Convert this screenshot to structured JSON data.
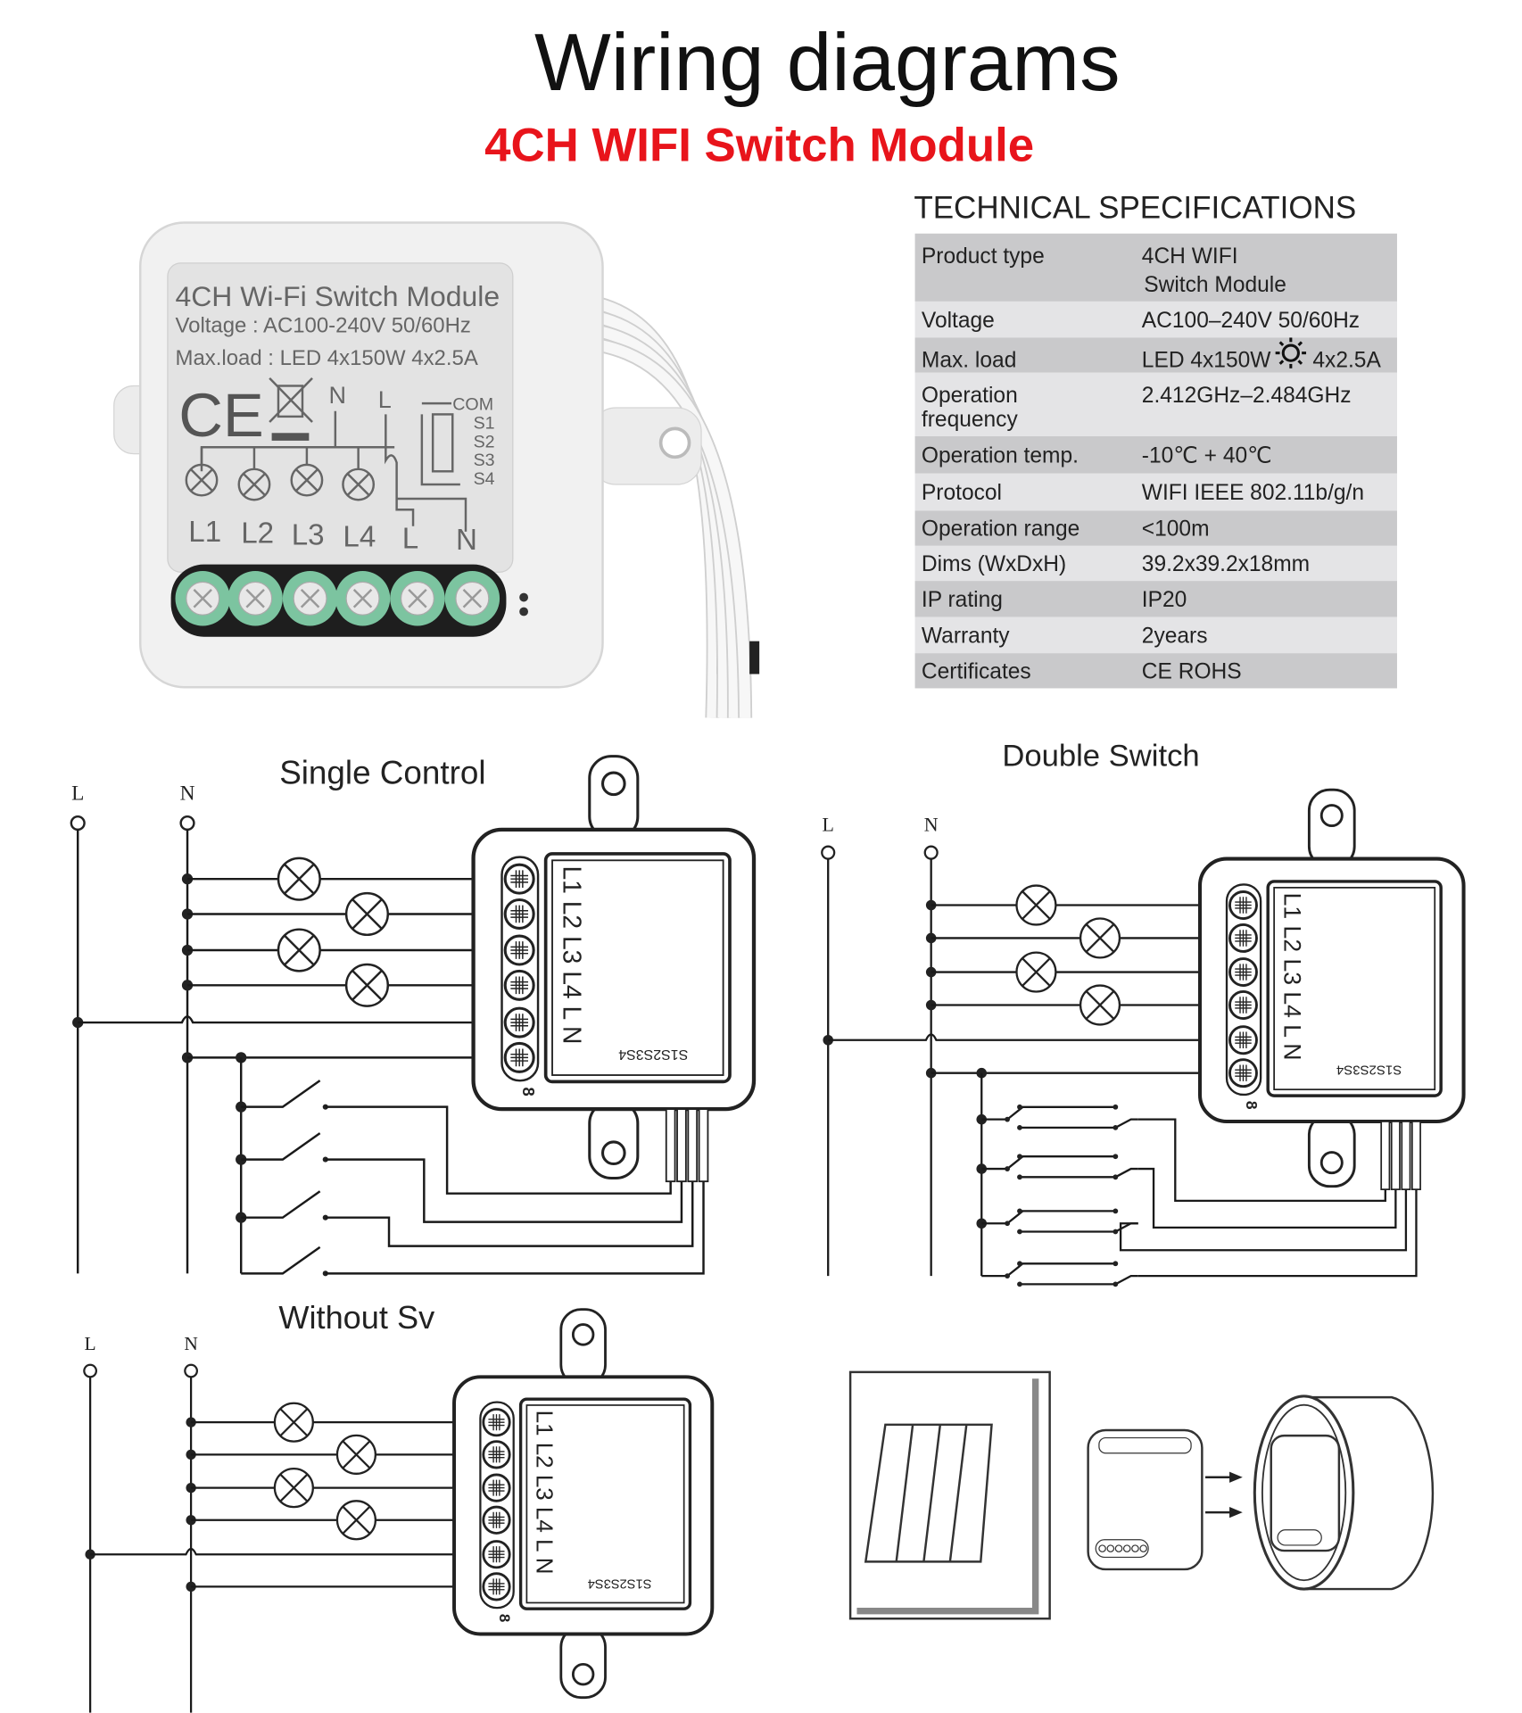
{
  "header": {
    "title": "Wiring diagrams",
    "subtitle": "4CH WIFI Switch Module",
    "subtitle_color": "#e8141b"
  },
  "product_label": {
    "name": "4CH Wi-Fi Switch Module",
    "voltage": "Voltage : AC100-240V 50/60Hz",
    "max_load": "Max.load : LED 4x150W  4x2.5A",
    "ce_mark": "CE",
    "top_terminals": [
      "N",
      "L"
    ],
    "switch_terminals": [
      "COM",
      "S1",
      "S2",
      "S3",
      "S4"
    ],
    "bottom_terminals": [
      "L1",
      "L2",
      "L3",
      "L4",
      "L",
      "N"
    ],
    "terminal_color": "#7cc4a0"
  },
  "specs": {
    "title": "TECHNICAL SPECIFICATIONS",
    "rows": [
      {
        "label": "Product type",
        "value": "4CH WIFI",
        "value2": "Switch Module"
      },
      {
        "label": "Voltage",
        "value": "AC100–240V 50/60Hz"
      },
      {
        "label": "Max. load",
        "value": "LED 4x150W",
        "value2": "4x2.5A"
      },
      {
        "label": "Operation",
        "label2": "frequency",
        "value": "2.412GHz–2.484GHz"
      },
      {
        "label": "Operation temp.",
        "value": "-10℃ + 40℃"
      },
      {
        "label": "Protocol",
        "value": "WIFI  IEEE 802.11b/g/n"
      },
      {
        "label": "Operation range",
        "value": "<100m"
      },
      {
        "label": "Dims (WxDxH)",
        "value": "39.2x39.2x18mm"
      },
      {
        "label": "IP rating",
        "value": "IP20"
      },
      {
        "label": "Warranty",
        "value": "2years"
      },
      {
        "label": "Certificates",
        "value": "CE ROHS"
      }
    ],
    "row_dark": "#c9c9cb",
    "row_light": "#e4e4e6"
  },
  "diagrams": [
    {
      "title": "Single Control",
      "variant": "single"
    },
    {
      "title": "Double Switch",
      "variant": "double"
    },
    {
      "title": "Without Sv",
      "variant": "none"
    }
  ],
  "diagram_labels": {
    "line": "L",
    "neutral": "N",
    "terminals": "L1 L2 L3 L4 L N",
    "switch_inputs": "S1S2S3S4",
    "module_mark": "8"
  }
}
